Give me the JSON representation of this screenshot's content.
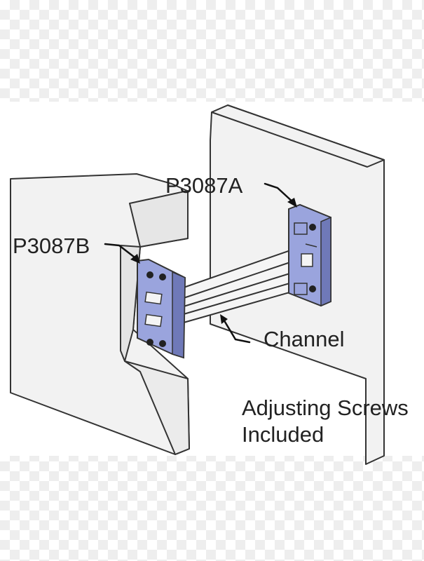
{
  "labels": {
    "part_a": "P3087A",
    "part_b": "P3087B",
    "channel": "Channel",
    "screws_line1": "Adjusting Screws",
    "screws_line2": "Included"
  },
  "colors": {
    "outline": "#333333",
    "fill": "#f2f2f2",
    "bracket": "#9aa4dd",
    "bracket_dark": "#6f79b8",
    "text": "#222222"
  }
}
